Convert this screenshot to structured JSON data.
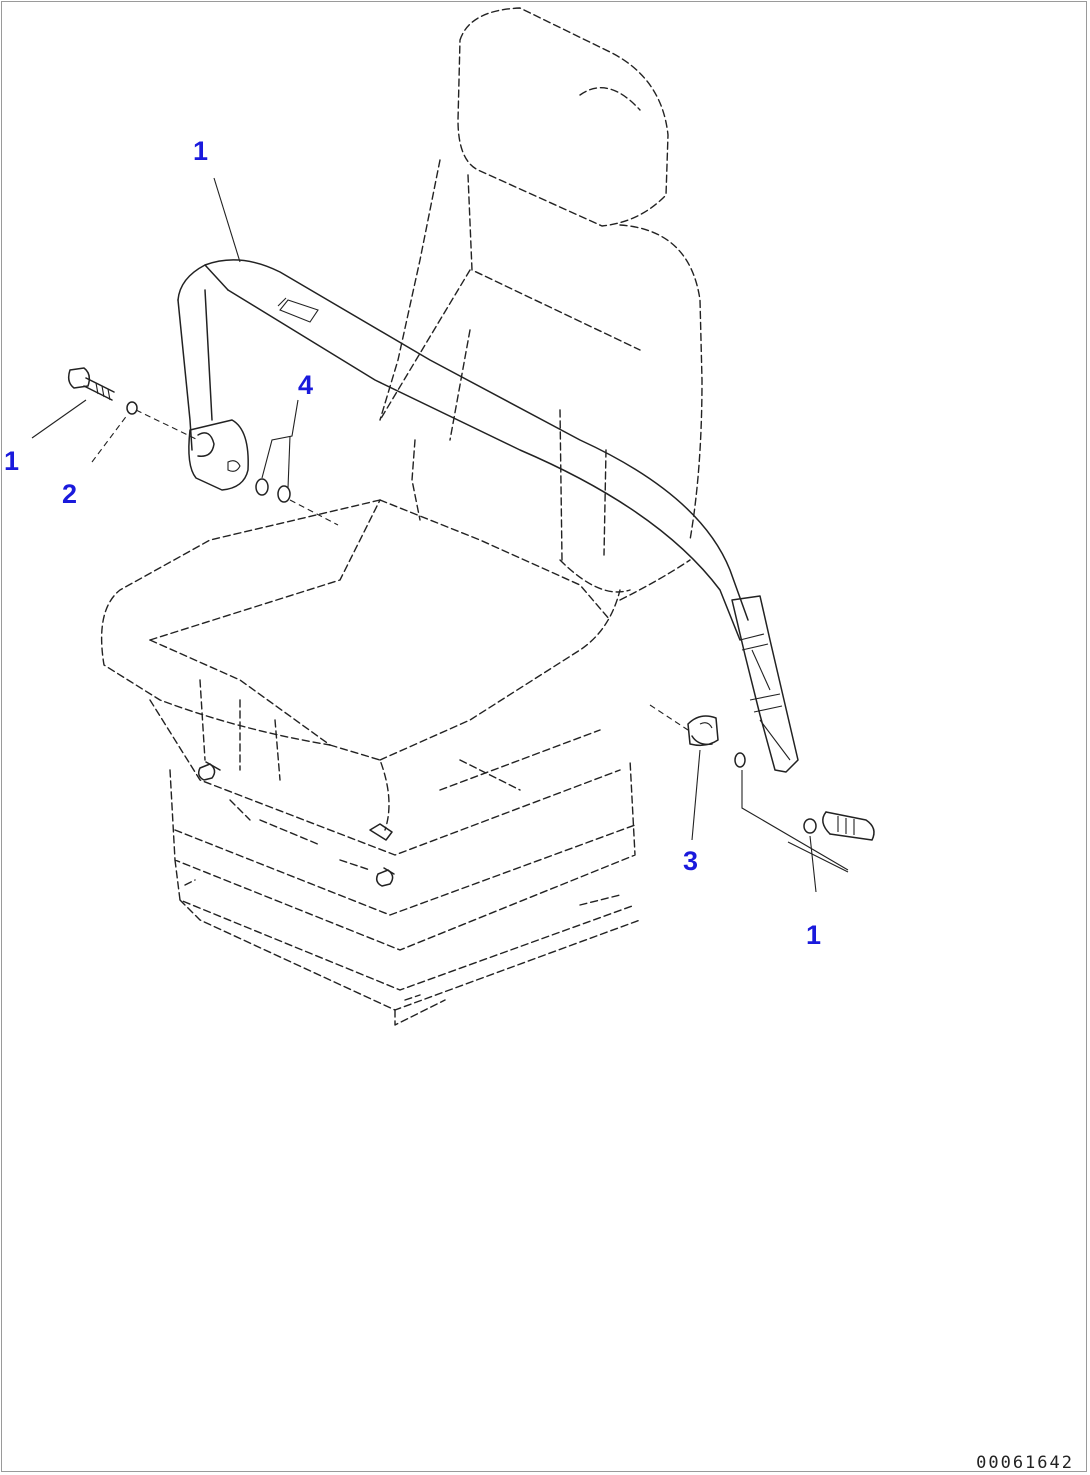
{
  "diagram": {
    "callouts": [
      {
        "id": "c1a",
        "text": "1"
      },
      {
        "id": "c1b",
        "text": "1"
      },
      {
        "id": "c2",
        "text": "2"
      },
      {
        "id": "c4",
        "text": "4"
      },
      {
        "id": "c3",
        "text": "3"
      },
      {
        "id": "c1c",
        "text": "1"
      }
    ],
    "reference_code": "00061642"
  },
  "colors": {
    "callout": "#1a1adc",
    "line": "#222222",
    "border": "#9a9a9a"
  }
}
